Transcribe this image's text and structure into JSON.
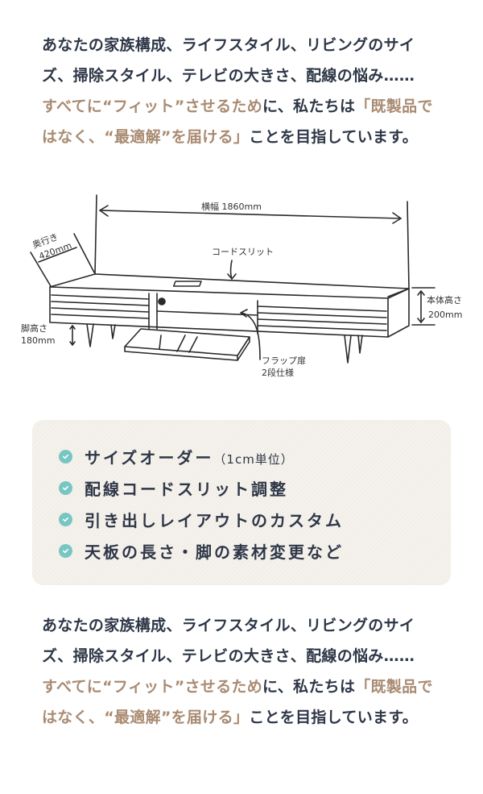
{
  "intro_paragraph": {
    "line1": "あなたの家族構成、ライフスタイル、リビングのサイ",
    "line2": "ズ、掃除スタイル、テレビの大きさ、配線の悩み……",
    "line3_accent": "すべてに“フィット”させるため",
    "line3_plain": "に、私たちは",
    "line3_accent2": "「既製品で",
    "line4_accent": "はなく、“最適解”を届ける」",
    "line4_plain": "ことを目指しています。"
  },
  "illustration": {
    "width_label": "横幅 1860mm",
    "depth_label_1": "奥行き",
    "depth_label_2": "420mm",
    "cord_slit_label": "コードスリット",
    "body_height_label_1": "本体高さ",
    "body_height_label_2": "200mm",
    "leg_height_label_1": "脚高さ",
    "leg_height_label_2": "180mm",
    "flap_label_1": "フラップ扉",
    "flap_label_2": "2段仕様"
  },
  "features": {
    "items": [
      {
        "label": "サイズオーダー",
        "note": "（1cm単位）"
      },
      {
        "label": "配線コードスリット調整",
        "note": ""
      },
      {
        "label": "引き出しレイアウトのカスタム",
        "note": ""
      },
      {
        "label": "天板の長さ・脚の素材変更など",
        "note": ""
      }
    ],
    "icon": "check-circle-icon",
    "icon_color": "#77c6c3"
  },
  "closing_paragraph": {
    "line1": "あなたの家族構成、ライフスタイル、リビングのサイ",
    "line2": "ズ、掃除スタイル、テレビの大きさ、配線の悩み……",
    "line3_accent": "すべてに“フィット”させるため",
    "line3_plain": "に、私たちは",
    "line3_accent2": "「既製品で",
    "line4_accent": "はなく、“最適解”を届ける」",
    "line4_plain": "ことを目指しています。"
  },
  "colors": {
    "text": "#2e3747",
    "accent": "#a98b72",
    "box_bg": "#f2eee8"
  }
}
